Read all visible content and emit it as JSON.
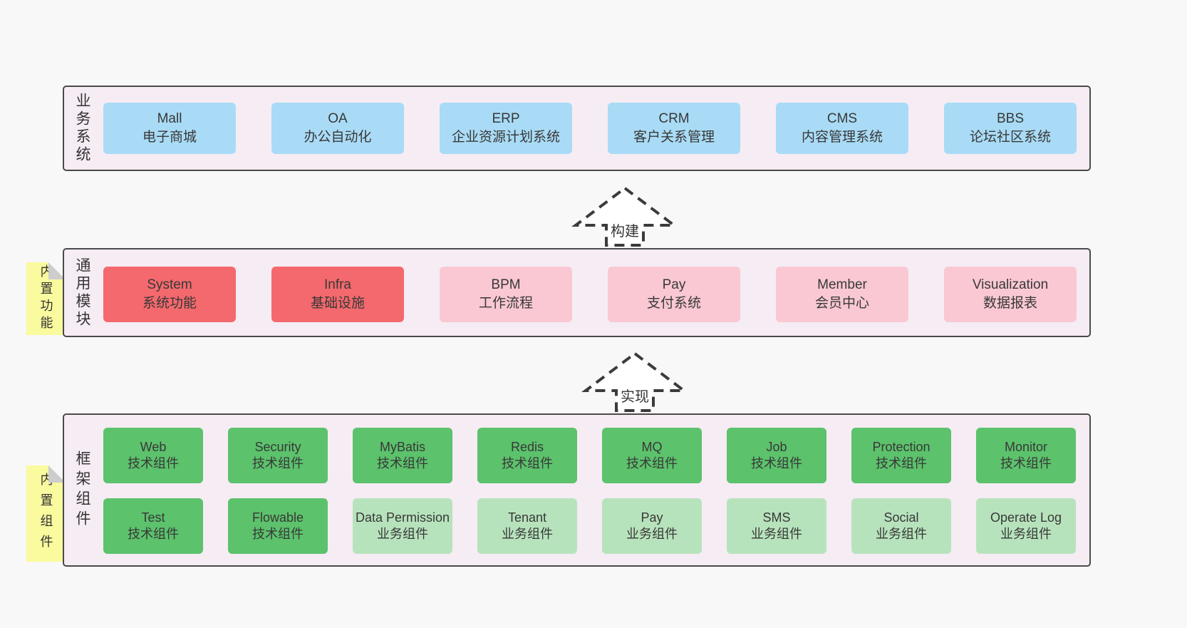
{
  "colors": {
    "page_bg": "#f8f8f8",
    "panel_bg": "#f6ecf4",
    "panel_border": "#4a4a4a",
    "box_blue": "#a9dbf6",
    "box_red": "#f4696d",
    "box_pink": "#f9c8d3",
    "box_green_dark": "#5cc26c",
    "box_green_light": "#b7e3bc",
    "note_yellow": "#fafa9e",
    "note_fold_gray": "#cdcdcd",
    "arrow_stroke": "#3b3b3b"
  },
  "layers": [
    {
      "label": "业务系统",
      "boxes": [
        {
          "name": "Mall",
          "desc": "电子商城"
        },
        {
          "name": "OA",
          "desc": "办公自动化"
        },
        {
          "name": "ERP",
          "desc": "企业资源计划系统"
        },
        {
          "name": "CRM",
          "desc": "客户关系管理"
        },
        {
          "name": "CMS",
          "desc": "内容管理系统"
        },
        {
          "name": "BBS",
          "desc": "论坛社区系统"
        }
      ]
    },
    {
      "label": "通用模块",
      "note": "内置功能",
      "boxes": [
        {
          "name": "System",
          "desc": "系统功能"
        },
        {
          "name": "Infra",
          "desc": "基础设施"
        },
        {
          "name": "BPM",
          "desc": "工作流程"
        },
        {
          "name": "Pay",
          "desc": "支付系统"
        },
        {
          "name": "Member",
          "desc": "会员中心"
        },
        {
          "name": "Visualization",
          "desc": "数据报表"
        }
      ]
    },
    {
      "label": "框架组件",
      "note": "内置组件",
      "rows": [
        [
          {
            "name": "Web",
            "desc": "技术组件"
          },
          {
            "name": "Security",
            "desc": "技术组件"
          },
          {
            "name": "MyBatis",
            "desc": "技术组件"
          },
          {
            "name": "Redis",
            "desc": "技术组件"
          },
          {
            "name": "MQ",
            "desc": "技术组件"
          },
          {
            "name": "Job",
            "desc": "技术组件"
          },
          {
            "name": "Protection",
            "desc": "技术组件"
          },
          {
            "name": "Monitor",
            "desc": "技术组件"
          }
        ],
        [
          {
            "name": "Test",
            "desc": "技术组件"
          },
          {
            "name": "Flowable",
            "desc": "技术组件"
          },
          {
            "name": "Data Permission",
            "desc": "业务组件"
          },
          {
            "name": "Tenant",
            "desc": "业务组件"
          },
          {
            "name": "Pay",
            "desc": "业务组件"
          },
          {
            "name": "SMS",
            "desc": "业务组件"
          },
          {
            "name": "Social",
            "desc": "业务组件"
          },
          {
            "name": "Operate Log",
            "desc": "业务组件"
          }
        ]
      ]
    }
  ],
  "arrows": [
    {
      "label": "构建"
    },
    {
      "label": "实现"
    }
  ]
}
